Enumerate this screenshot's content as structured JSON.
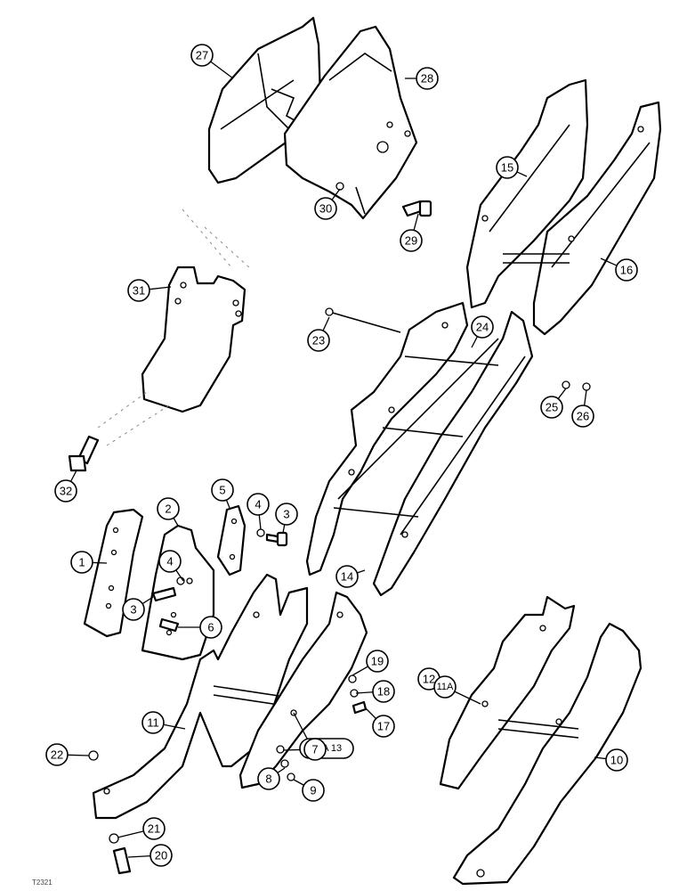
{
  "figure_id": "T2321",
  "callouts": [
    {
      "id": "c27",
      "label": "27"
    },
    {
      "id": "c28",
      "label": "28"
    },
    {
      "id": "c30",
      "label": "30"
    },
    {
      "id": "c29",
      "label": "29"
    },
    {
      "id": "c15",
      "label": "15"
    },
    {
      "id": "c16",
      "label": "16"
    },
    {
      "id": "c31",
      "label": "31"
    },
    {
      "id": "c23",
      "label": "23"
    },
    {
      "id": "c24",
      "label": "24"
    },
    {
      "id": "c25",
      "label": "25"
    },
    {
      "id": "c26",
      "label": "26"
    },
    {
      "id": "c32",
      "label": "32"
    },
    {
      "id": "c5",
      "label": "5"
    },
    {
      "id": "c2",
      "label": "2"
    },
    {
      "id": "c4a",
      "label": "4"
    },
    {
      "id": "c3a",
      "label": "3"
    },
    {
      "id": "c1",
      "label": "1"
    },
    {
      "id": "c4b",
      "label": "4"
    },
    {
      "id": "c3b",
      "label": "3"
    },
    {
      "id": "c6",
      "label": "6"
    },
    {
      "id": "c14",
      "label": "14"
    },
    {
      "id": "c19",
      "label": "19"
    },
    {
      "id": "c18",
      "label": "18"
    },
    {
      "id": "c17",
      "label": "17"
    },
    {
      "id": "c11",
      "label": "11"
    },
    {
      "id": "c10a13",
      "label": "10A 13"
    },
    {
      "id": "c22",
      "label": "22"
    },
    {
      "id": "c7",
      "label": "7"
    },
    {
      "id": "c8",
      "label": "8"
    },
    {
      "id": "c9",
      "label": "9"
    },
    {
      "id": "c21",
      "label": "21"
    },
    {
      "id": "c20",
      "label": "20"
    },
    {
      "id": "c12",
      "label": "12"
    },
    {
      "id": "c11a",
      "label": "11A"
    },
    {
      "id": "c10",
      "label": "10"
    }
  ]
}
